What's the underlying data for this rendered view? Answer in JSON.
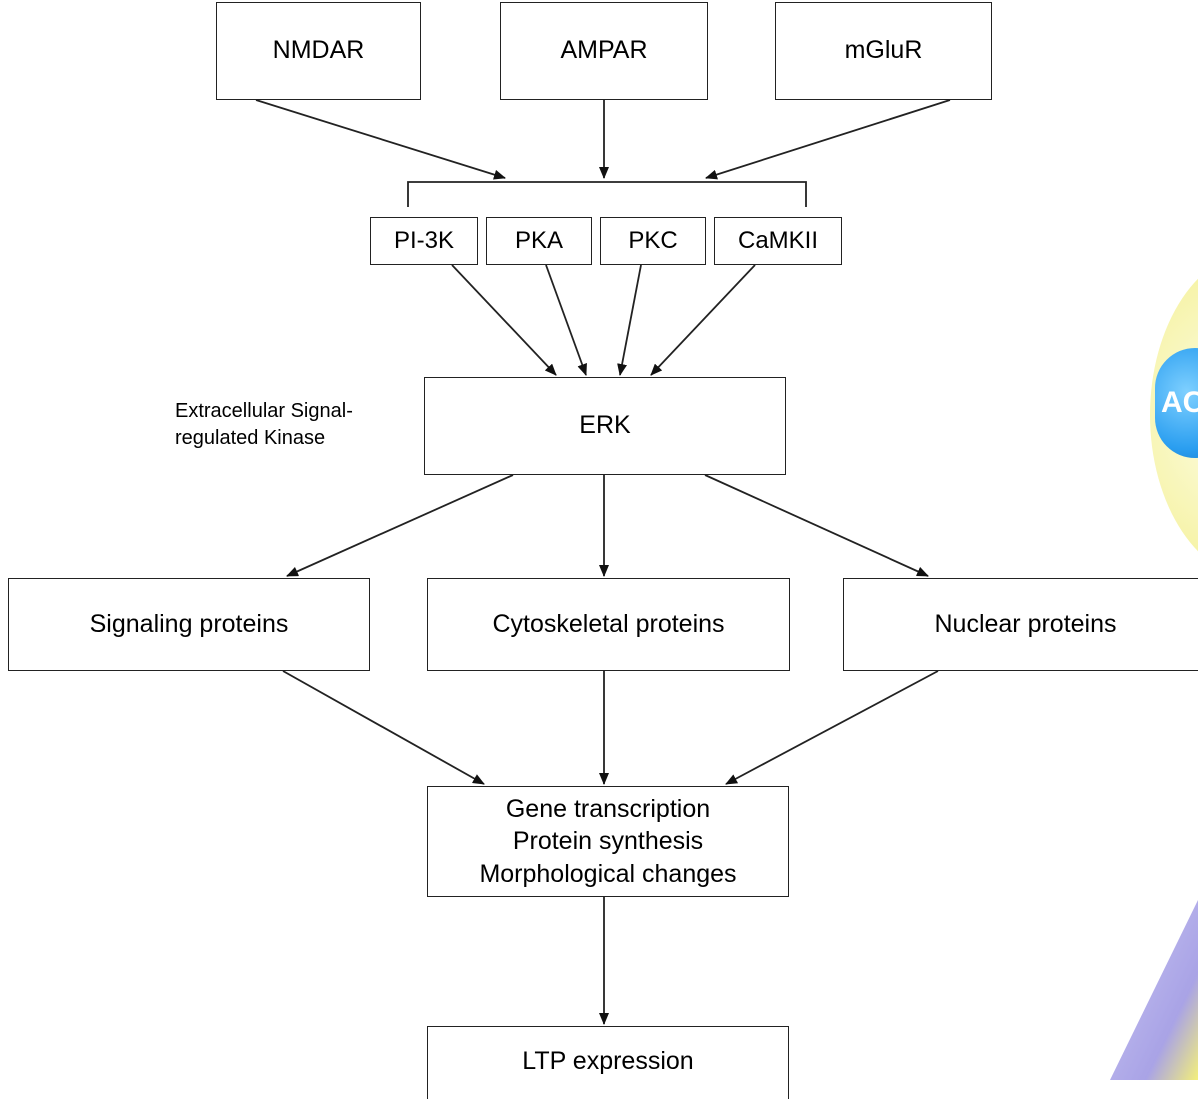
{
  "receptors": {
    "nmdar": "NMDAR",
    "ampar": "AMPAR",
    "mglur": "mGluR"
  },
  "kinases": {
    "pi3k": "PI-3K",
    "pka": "PKA",
    "pkc": "PKC",
    "camkii": "CaMKII"
  },
  "erk": {
    "label": "ERK",
    "annotation_line1": "Extracellular Signal-",
    "annotation_line2": "regulated Kinase"
  },
  "targets": {
    "signaling": "Signaling proteins",
    "cytoskeletal": "Cytoskeletal proteins",
    "nuclear": "Nuclear proteins"
  },
  "outcome": {
    "line1": "Gene transcription",
    "line2": "Protein synthesis",
    "line3": "Morphological changes"
  },
  "final": {
    "label": "LTP expression"
  },
  "decor": {
    "badge_text": "AC",
    "circle_color": "#f6f3a6",
    "badge_color": "#2a9ef0"
  }
}
